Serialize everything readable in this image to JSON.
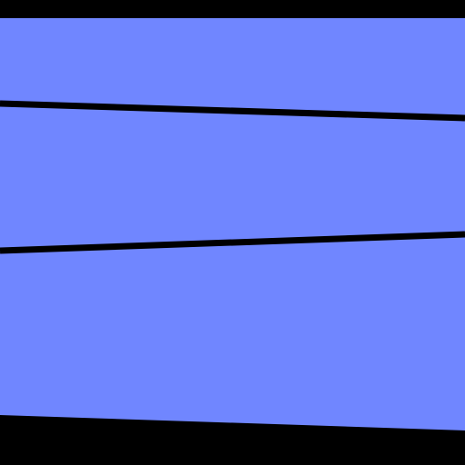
{
  "colors": {
    "background": "#000000",
    "fill": "#7086FF",
    "stroke": "#000000"
  },
  "elements": {
    "bands": [
      "upper-band",
      "middle-band",
      "lower-band"
    ],
    "dividers": [
      "upper-divider",
      "lower-divider"
    ]
  }
}
